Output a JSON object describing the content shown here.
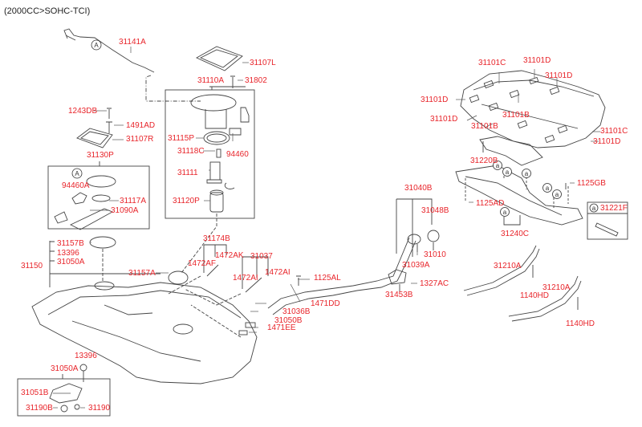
{
  "diagram": {
    "title": "(2000CC>SOHC-TCI)",
    "label_color": "#e8252b",
    "line_color": "#444444",
    "callouts": {
      "A": "A",
      "a": "a"
    },
    "labels": {
      "p31141A": "31141A",
      "p31107L": "31107L",
      "p31110A": "31110A",
      "p31802": "31802",
      "p1243DB": "1243DB",
      "p1491AD": "1491AD",
      "p31107R": "31107R",
      "p31115P": "31115P",
      "p31118C": "31118C",
      "p94460": "94460",
      "p31111": "31111",
      "p31120P": "31120P",
      "p31130P": "31130P",
      "p94460A": "94460A",
      "p31117A": "31117A",
      "p31090A": "31090A",
      "p31157B": "31157B",
      "p13396a": "13396",
      "p31050Aa": "31050A",
      "p31150": "31150",
      "p31157A": "31157A",
      "p31174B": "31174B",
      "p1472AF": "1472AF",
      "p1472AK": "1472AK",
      "p31037": "31037",
      "p1472AIa": "1472AI",
      "p1472AIb": "1472AI",
      "p1125AL": "1125AL",
      "p1471DD": "1471DD",
      "p31036B": "31036B",
      "p31050B": "31050B",
      "p1471EE": "1471EE",
      "p31040B": "31040B",
      "p31048B": "31048B",
      "p31010": "31010",
      "p31039A": "31039A",
      "p1327AC": "1327AC",
      "p31453B": "31453B",
      "p31101C1": "31101C",
      "p31101D1": "31101D",
      "p31101D2": "31101D",
      "p31101D3": "31101D",
      "p31101B1": "31101B",
      "p31101D4": "31101D",
      "p31101B2": "31101B",
      "p31101C2": "31101C",
      "p31101D5": "31101D",
      "p31220B": "31220B",
      "p1125GB": "1125GB",
      "p1125AD": "1125AD",
      "p31240C": "31240C",
      "p31221F": "31221F",
      "p31210A1": "31210A",
      "p1140HD1": "1140HD",
      "p31210A2": "31210A",
      "p1140HD2": "1140HD",
      "p13396b": "13396",
      "p31050Ab": "31050A",
      "p31051B": "31051B",
      "p31190B": "31190B",
      "p31190": "31190"
    }
  }
}
